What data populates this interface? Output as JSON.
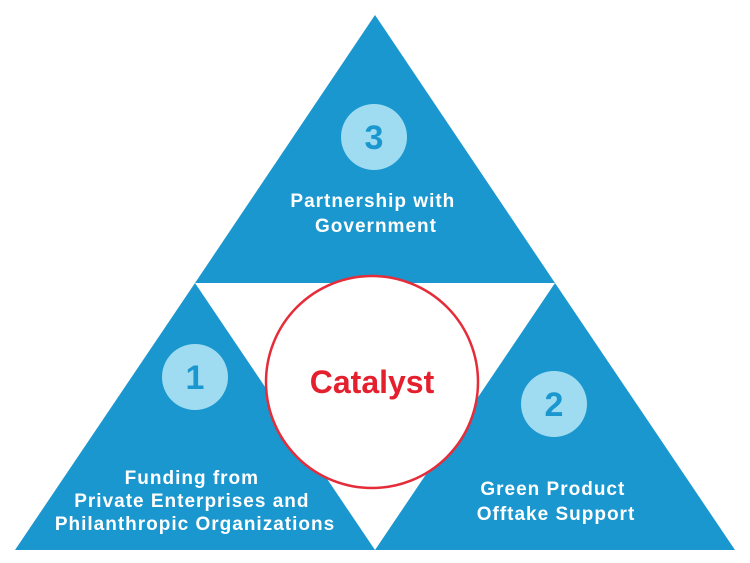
{
  "colors": {
    "triangle_fill": "#1a97cf",
    "badge_fill": "#9fdcf2",
    "badge_text": "#1a97cf",
    "catalyst_ring": "#e52d3a",
    "catalyst_text": "#e5202e",
    "label_text": "#ffffff"
  },
  "center": {
    "label": "Catalyst"
  },
  "segments": [
    {
      "number": "1",
      "lines": [
        "Funding from",
        "Private Enterprises and",
        "Philanthropic Organizations"
      ]
    },
    {
      "number": "2",
      "lines": [
        "Green Product",
        "Offtake Support"
      ]
    },
    {
      "number": "3",
      "lines": [
        "Partnership with",
        "Government"
      ]
    }
  ]
}
